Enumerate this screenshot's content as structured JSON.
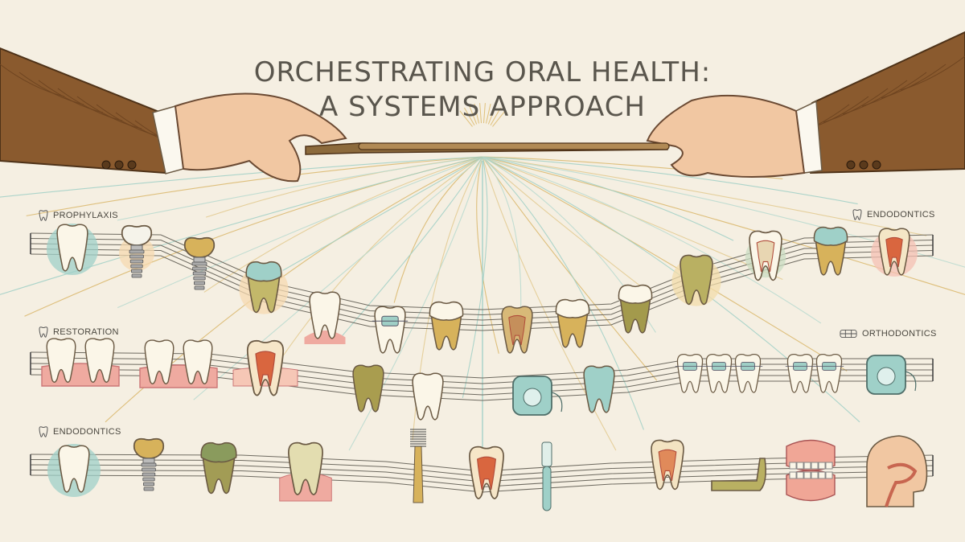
{
  "title": {
    "line1": "ORCHESTRATING ORAL HEALTH:",
    "line2": "A SYSTEMS APPROACH"
  },
  "labels": {
    "left_top": "PROPHYLAXIS",
    "left_mid": "RESTORATION",
    "left_bottom": "ENDODONTICS",
    "right_top": "ENDODONTICS",
    "right_mid": "ORTHODONTICS"
  },
  "colors": {
    "background": "#f5efe2",
    "staff_line": "#6e6a60",
    "sleeve": "#8a5a2e",
    "skin": "#f1c7a2",
    "enamel": "#fbf6e8",
    "gum": "#efaaa0",
    "teal": "#9fd0c8",
    "gold": "#d7b25b",
    "olive": "#a39a4c"
  },
  "icons": [
    "conductor-hand-left",
    "conductor-hand-right",
    "baton",
    "molar-icon",
    "crown-icon",
    "implant-icon",
    "braces-icon",
    "floss-icon",
    "interdental-brush-icon",
    "toothbrush-icon",
    "jaw-icon",
    "denture-icon",
    "head-profile-icon"
  ]
}
